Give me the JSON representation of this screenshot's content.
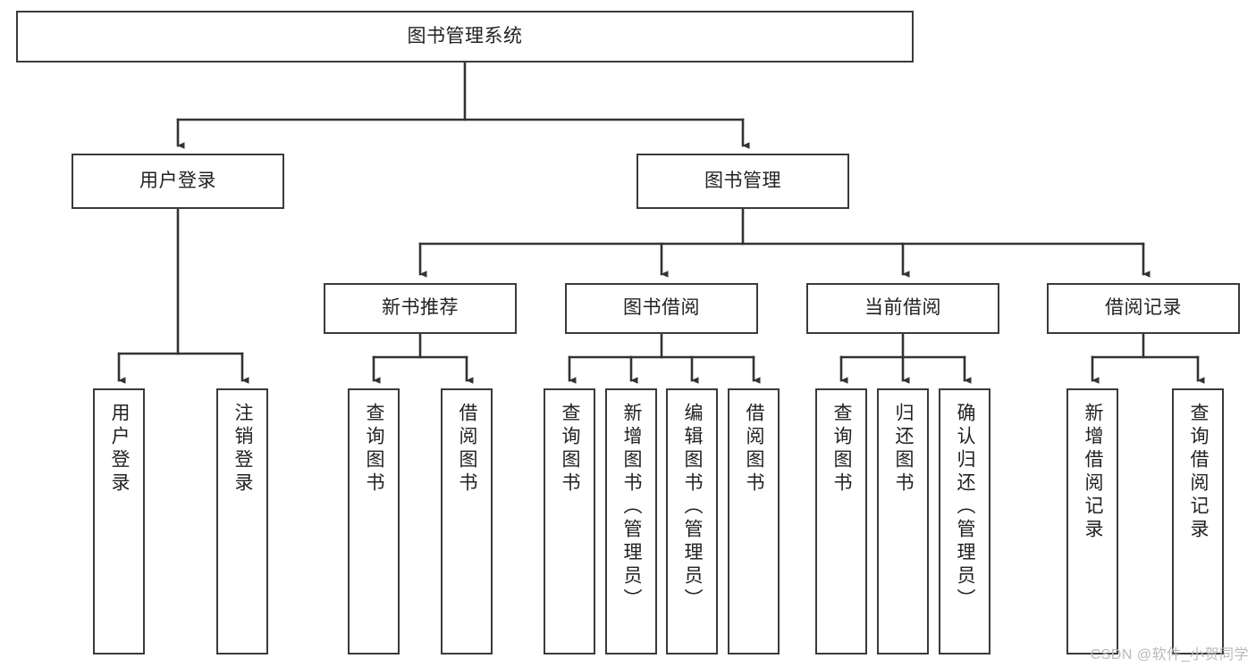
{
  "diagram": {
    "type": "tree-hierarchy-flowchart",
    "title": "图书管理系统",
    "edge_color": "#333333",
    "box_border_color": "#3a3a3a",
    "box_fill_color": "#ffffff",
    "background_color": "#ffffff",
    "levels": {
      "level1": [
        {
          "id": "root",
          "label": "图书管理系统"
        }
      ],
      "level2": [
        {
          "id": "user-login",
          "label": "用户登录",
          "parent": "root"
        },
        {
          "id": "book-manage",
          "label": "图书管理",
          "parent": "root"
        }
      ],
      "level3": [
        {
          "id": "new-book-rec",
          "label": "新书推荐",
          "parent": "book-manage"
        },
        {
          "id": "book-borrow",
          "label": "图书借阅",
          "parent": "book-manage"
        },
        {
          "id": "current-borrow",
          "label": "当前借阅",
          "parent": "book-manage"
        },
        {
          "id": "borrow-record",
          "label": "借阅记录",
          "parent": "book-manage"
        }
      ],
      "leaves": [
        {
          "id": "leaf-user-login",
          "label": "用户登录",
          "parent": "user-login"
        },
        {
          "id": "leaf-logout-login",
          "label": "注销登录",
          "parent": "user-login"
        },
        {
          "id": "leaf-query-book-1",
          "label": "查询图书",
          "parent": "new-book-rec"
        },
        {
          "id": "leaf-borrow-book-1",
          "label": "借阅图书",
          "parent": "new-book-rec"
        },
        {
          "id": "leaf-query-book-2",
          "label": "查询图书",
          "parent": "book-borrow"
        },
        {
          "id": "leaf-add-book",
          "label": "新增图书（管理员）",
          "parent": "book-borrow"
        },
        {
          "id": "leaf-edit-book",
          "label": "编辑图书（管理员）",
          "parent": "book-borrow"
        },
        {
          "id": "leaf-borrow-book-2",
          "label": "借阅图书",
          "parent": "book-borrow"
        },
        {
          "id": "leaf-query-book-3",
          "label": "查询图书",
          "parent": "current-borrow"
        },
        {
          "id": "leaf-return-book",
          "label": "归还图书",
          "parent": "current-borrow"
        },
        {
          "id": "leaf-confirm-return",
          "label": "确认归还（管理员）",
          "parent": "current-borrow"
        },
        {
          "id": "leaf-add-record",
          "label": "新增借阅记录",
          "parent": "borrow-record"
        },
        {
          "id": "leaf-query-record",
          "label": "查询借阅记录",
          "parent": "borrow-record"
        }
      ]
    }
  },
  "watermark": {
    "text": "CSDN @软件_小贺同学"
  }
}
